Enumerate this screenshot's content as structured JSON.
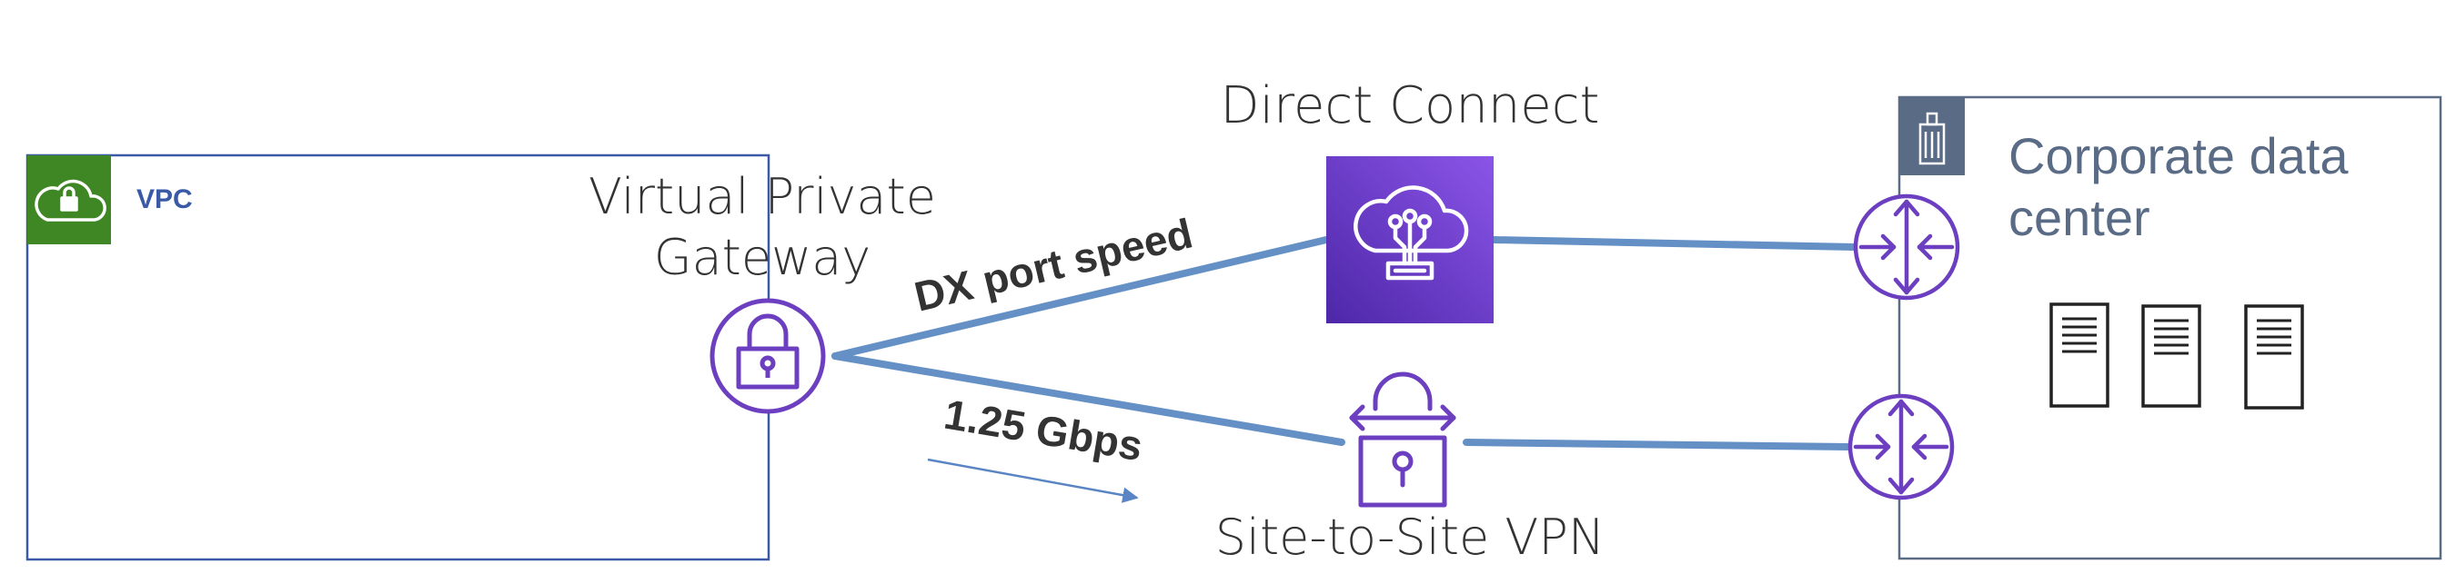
{
  "vpc": {
    "label": "VPC",
    "icon": "cloud-lock-icon",
    "badge_color": "#3f8624"
  },
  "virtual_private_gateway": {
    "label_line1": "Virtual Private",
    "label_line2": "Gateway",
    "icon": "lock-icon"
  },
  "direct_connect": {
    "label": "Direct Connect",
    "icon": "direct-connect-icon"
  },
  "site_to_site_vpn": {
    "label": "Site-to-Site VPN",
    "icon": "vpn-lock-icon"
  },
  "corporate_dc": {
    "label_line1": "Corporate data",
    "label_line2": "center",
    "icon": "building-icon",
    "badge_color": "#5a6b86"
  },
  "link_labels": {
    "dx_port_speed": "DX port speed",
    "vpn_speed": "1.25 Gbps"
  },
  "colors": {
    "link": "#6490c6",
    "vpc_border": "#3a59a6",
    "accent_purple": "#6b3fbf",
    "dc_gradient_start": "#8b55e8",
    "dc_gradient_end": "#4d27a8",
    "corp_border": "#5a6b86",
    "arrow": "#5a85c4"
  }
}
